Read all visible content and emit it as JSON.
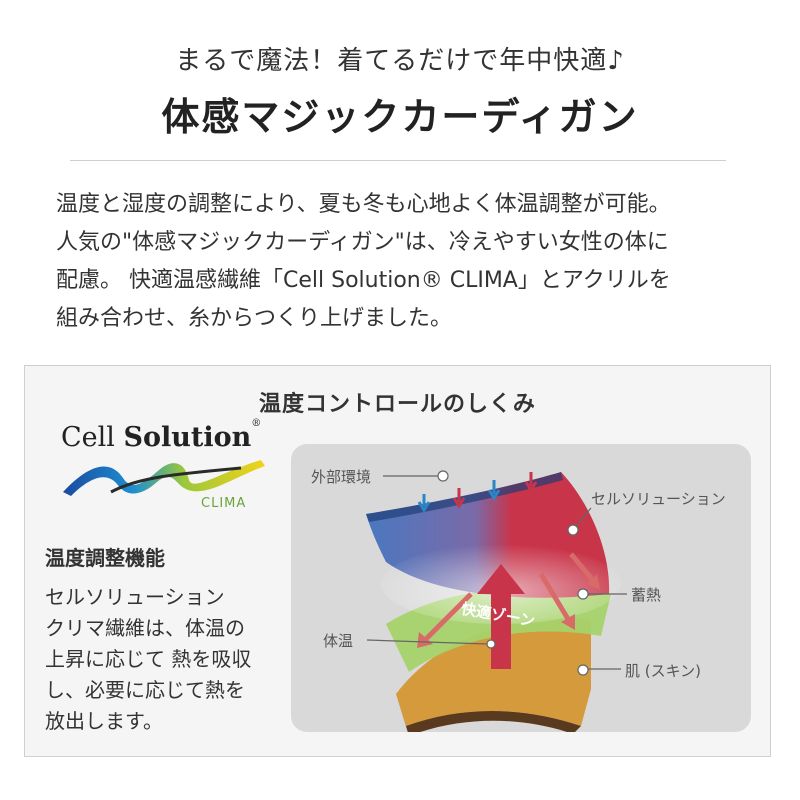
{
  "header": {
    "subtitle": "まるで魔法！着てるだけで年中快適♪",
    "title": "体感マジックカーディガン"
  },
  "description": {
    "lines": [
      "温度と湿度の調整により、夏も冬も心地よく体温調整が可能。",
      "人気の\"体感マジックカーディガン\"は、冷えやすい女性の体に",
      "配慮。 快適温感繊維「Cell Solution® CLIMA」とアクリルを",
      "組み合わせ、糸からつくり上げました。"
    ]
  },
  "panel": {
    "title": "温度コントロールのしくみ",
    "logo": {
      "text_regular": "Cell ",
      "text_bold": "Solution",
      "registered": "®",
      "sub": "CLIMA"
    },
    "function_title": "温度調整機能",
    "function_lines": [
      "セルソリューション",
      "クリマ繊維は、体温の",
      "上昇に応じて 熱を吸収",
      "し、必要に応じて熱を",
      "放出します。"
    ],
    "diagram": {
      "labels": {
        "outside": "外部環境",
        "fiber": "セルソリューション",
        "storage": "蓄熱",
        "zone": "快適ゾーン",
        "body_temp": "体温",
        "skin": "肌 (スキン)"
      },
      "colors": {
        "cool": "#4a78c0",
        "warm": "#c8344a",
        "zone": "#a7d36a",
        "skin": "#d59a3c",
        "background": "#d9d9d9"
      }
    }
  }
}
